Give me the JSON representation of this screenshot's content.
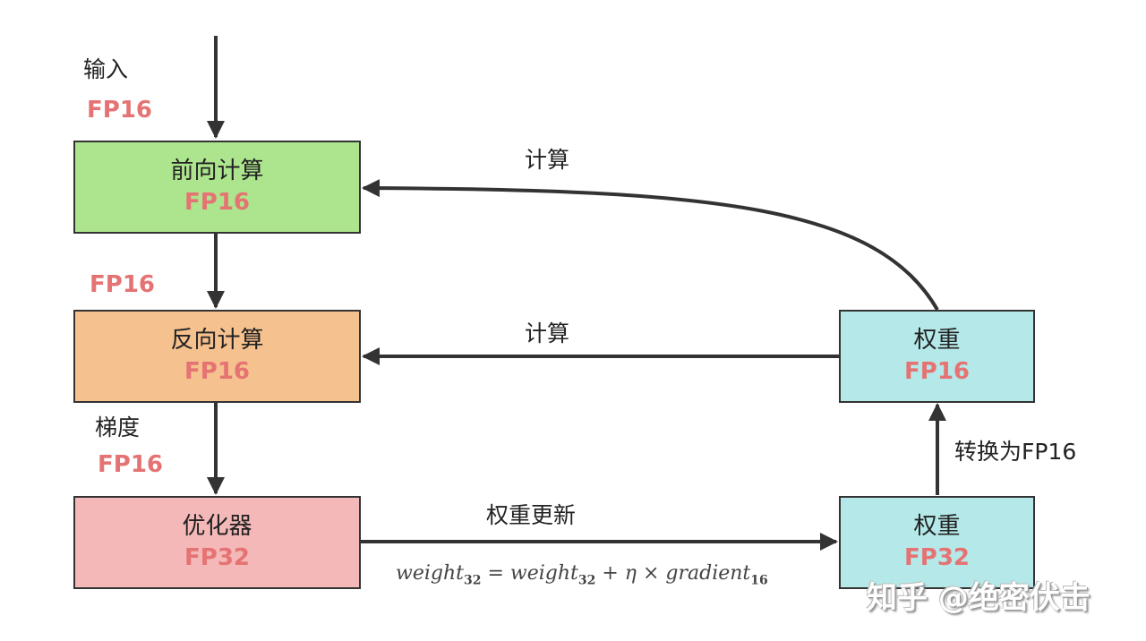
{
  "colors": {
    "forward": "#ade48e",
    "backward": "#f5c18e",
    "optimizer": "#f4b8b8",
    "weight": "#b5e8e8",
    "precision_text": "#e57373",
    "line": "#333333"
  },
  "input": {
    "label": "输入",
    "precision": "FP16"
  },
  "between_forward_backward": {
    "precision": "FP16"
  },
  "gradient": {
    "label": "梯度",
    "precision": "FP16"
  },
  "boxes": {
    "forward": {
      "title": "前向计算",
      "precision": "FP16"
    },
    "backward": {
      "title": "反向计算",
      "precision": "FP16"
    },
    "optimizer": {
      "title": "优化器",
      "precision": "FP32"
    },
    "weight_fp16": {
      "title": "权重",
      "precision": "FP16"
    },
    "weight_fp32": {
      "title": "权重",
      "precision": "FP32"
    }
  },
  "edges": {
    "weight_to_forward": "计算",
    "weight_to_backward": "计算",
    "optimizer_to_weight": "权重更新",
    "convert": "转换为FP16"
  },
  "formula": {
    "lhs": "weight",
    "lhs_sub": "32",
    "eq": " = ",
    "rhs1": "weight",
    "rhs1_sub": "32",
    "plus": " + η × ",
    "rhs2": "gradient",
    "rhs2_sub": "16"
  },
  "watermark": "知乎 @绝密伏击"
}
